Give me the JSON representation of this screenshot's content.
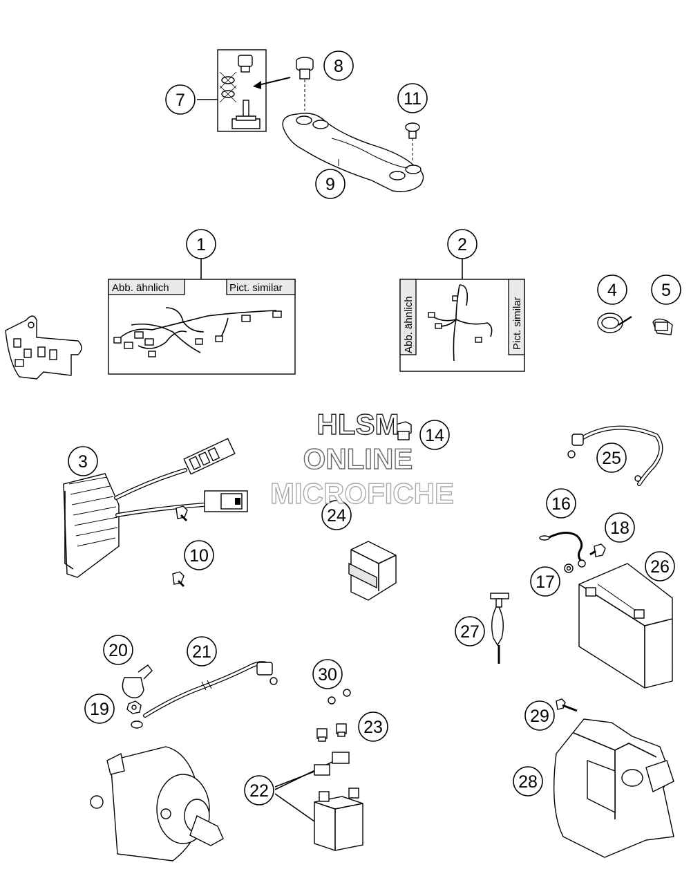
{
  "watermark": {
    "line1": "HLSM",
    "line2": "ONLINE",
    "line3": "MICROFICHE"
  },
  "variant_labels": {
    "similar_de": "Abb. ähnlich",
    "similar_en": "Pict. similar"
  },
  "callouts": [
    {
      "id": "c1",
      "text": "1"
    },
    {
      "id": "c2",
      "text": "2"
    },
    {
      "id": "c3",
      "text": "3"
    },
    {
      "id": "c4",
      "text": "4"
    },
    {
      "id": "c5",
      "text": "5"
    },
    {
      "id": "c7",
      "text": "7"
    },
    {
      "id": "c8",
      "text": "8"
    },
    {
      "id": "c9",
      "text": "9"
    },
    {
      "id": "c10",
      "text": "10"
    },
    {
      "id": "c11",
      "text": "11"
    },
    {
      "id": "c14",
      "text": "14"
    },
    {
      "id": "c16",
      "text": "16"
    },
    {
      "id": "c17",
      "text": "17"
    },
    {
      "id": "c18",
      "text": "18"
    },
    {
      "id": "c19",
      "text": "19"
    },
    {
      "id": "c20",
      "text": "20"
    },
    {
      "id": "c21",
      "text": "21"
    },
    {
      "id": "c22",
      "text": "22"
    },
    {
      "id": "c23",
      "text": "23"
    },
    {
      "id": "c24",
      "text": "24"
    },
    {
      "id": "c25",
      "text": "25"
    },
    {
      "id": "c26",
      "text": "26"
    },
    {
      "id": "c27",
      "text": "27"
    },
    {
      "id": "c28",
      "text": "28"
    },
    {
      "id": "c29",
      "text": "29"
    },
    {
      "id": "c30",
      "text": "30"
    }
  ]
}
